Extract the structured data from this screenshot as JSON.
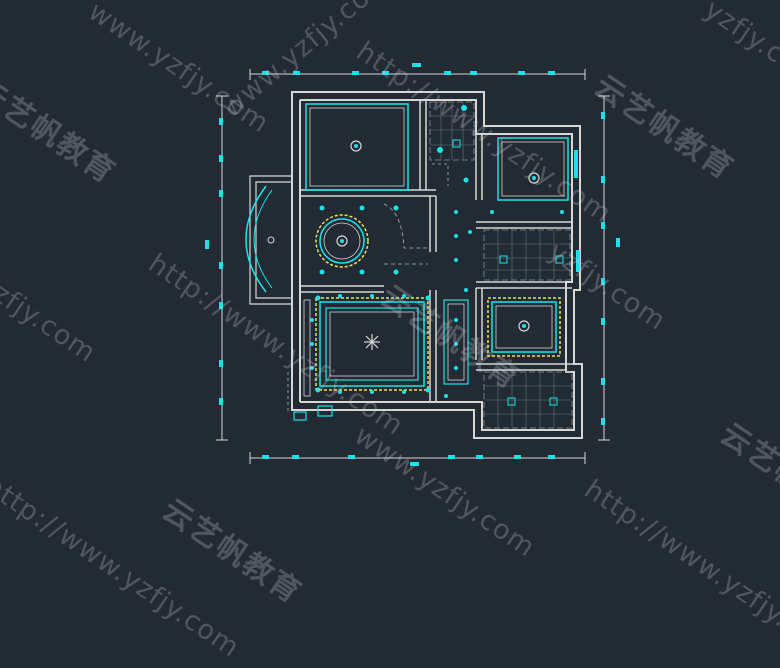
{
  "watermark": {
    "brand": "云艺帆教育",
    "url": "http://www.yzfjy.com",
    "url_short": "www.yzfjy.com",
    "tail": "yzfjy.com"
  },
  "colors": {
    "background": "#222a33",
    "wall": "#d6d6d6",
    "cyan": "#19e3e8",
    "yellow": "#e8e15a",
    "light_grey": "#aab2b8"
  }
}
